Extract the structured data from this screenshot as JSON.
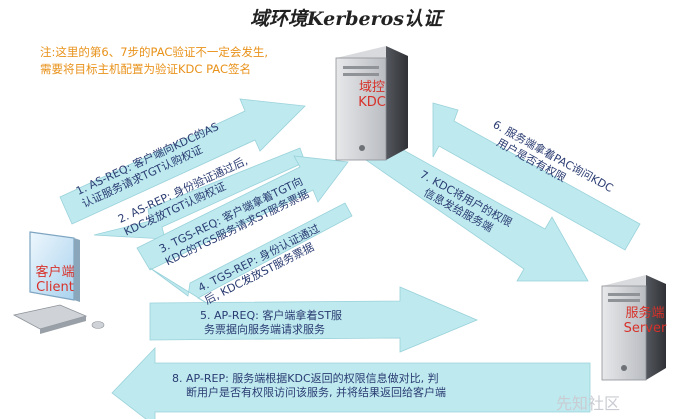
{
  "title": "域环境Kerberos认证",
  "note": {
    "line1": "注:这里的第6、7步的PAC验证不一定会发生,",
    "line2": "需要将目标主机配置为验证KDC PAC签名"
  },
  "nodes": {
    "kdc": {
      "line1": "域控",
      "line2": "KDC"
    },
    "client": {
      "line1": "客户端",
      "line2": "Client"
    },
    "server": {
      "line1": "服务端",
      "line2": "Server"
    }
  },
  "steps": {
    "s1": {
      "line1": "1. AS-REQ: 客户端向KDC的AS",
      "line2": "认证服务请求TGT认购权证"
    },
    "s2": {
      "line1": "2. AS-REP: 身份验证通过后,",
      "line2": "KDC发放TGT认购权证"
    },
    "s3": {
      "line1": "3. TGS-REQ: 客户端拿着TGT向",
      "line2": "KDC的TGS服务请求ST服务票据"
    },
    "s4": {
      "line1": "4. TGS-REP: 身份认证通过",
      "line2": "后, KDC发放ST服务票据"
    },
    "s5": {
      "line1": "5. AP-REQ: 客户端拿着ST服",
      "line2": "务票据向服务端请求服务"
    },
    "s6": {
      "line1": "6. 服务端拿着PAC询问KDC",
      "line2": "用户是否有权限"
    },
    "s7": {
      "line1": "7. KDC将用户的权限",
      "line2": "信息发给服务端"
    },
    "s8": {
      "line1": "8. AP-REP: 服务端根据KDC返回的权限信息做对比, 判",
      "line2": "断用户是否有权限访问该服务, 并将结果返回给客户端"
    }
  },
  "watermark": "先知社区",
  "colors": {
    "arrow": "#bde9ef",
    "label_red": "#d8312a",
    "note_orange": "#e8921a",
    "step_text": "#2b3c72"
  }
}
